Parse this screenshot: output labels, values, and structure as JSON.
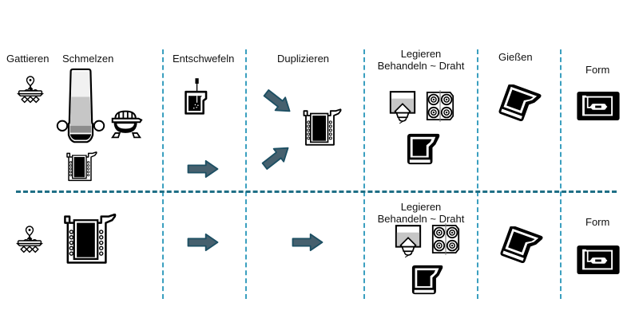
{
  "colors": {
    "column_divider": "#3a9fbf",
    "row_divider": "#1f6f86",
    "arrow_fill": "#3f5866",
    "arrow_stroke": "#1c4f63",
    "icon_dark": "#000000",
    "icon_gray": "#c8c8c8"
  },
  "row_top": {
    "stages": [
      {
        "id": "gattieren",
        "label": "Gattieren",
        "icons": [
          "crane-magnet-icon"
        ]
      },
      {
        "id": "schmelzen",
        "label": "Schmelzen",
        "icons": [
          "cupola-furnace-icon",
          "ladle-car-icon",
          "induction-furnace-icon"
        ]
      },
      {
        "id": "entschwefeln",
        "label": "Entschwefeln",
        "icons": [
          "desulfurization-ladle-icon",
          "arrow-right-icon"
        ]
      },
      {
        "id": "duplizieren",
        "label": "Duplizieren",
        "icons": [
          "arrow-down-right-icon",
          "arrow-up-right-icon",
          "induction-furnace-icon"
        ]
      },
      {
        "id": "legieren",
        "label_line1": "Legieren",
        "label_line2": "Behandeln ~ Draht",
        "icons": [
          "hopper-icon",
          "wire-feeder-icon",
          "ladle-icon"
        ]
      },
      {
        "id": "giessen",
        "label": "Gießen",
        "icons": [
          "tilted-ladle-icon"
        ]
      },
      {
        "id": "form",
        "label": "Form",
        "icons": [
          "mold-icon"
        ]
      }
    ]
  },
  "row_bottom": {
    "stages": [
      {
        "id": "gattieren",
        "icons": [
          "crane-magnet-icon"
        ]
      },
      {
        "id": "schmelzen",
        "icons": [
          "induction-furnace-icon"
        ]
      },
      {
        "id": "entschwefeln",
        "icons": [
          "arrow-right-icon"
        ]
      },
      {
        "id": "duplizieren",
        "icons": [
          "arrow-right-icon"
        ]
      },
      {
        "id": "legieren",
        "label_line1": "Legieren",
        "label_line2": "Behandeln ~ Draht",
        "icons": [
          "hopper-icon",
          "wire-feeder-icon",
          "ladle-icon"
        ]
      },
      {
        "id": "giessen",
        "icons": [
          "tilted-ladle-icon"
        ]
      },
      {
        "id": "form",
        "label": "Form",
        "icons": [
          "mold-icon"
        ]
      }
    ]
  }
}
